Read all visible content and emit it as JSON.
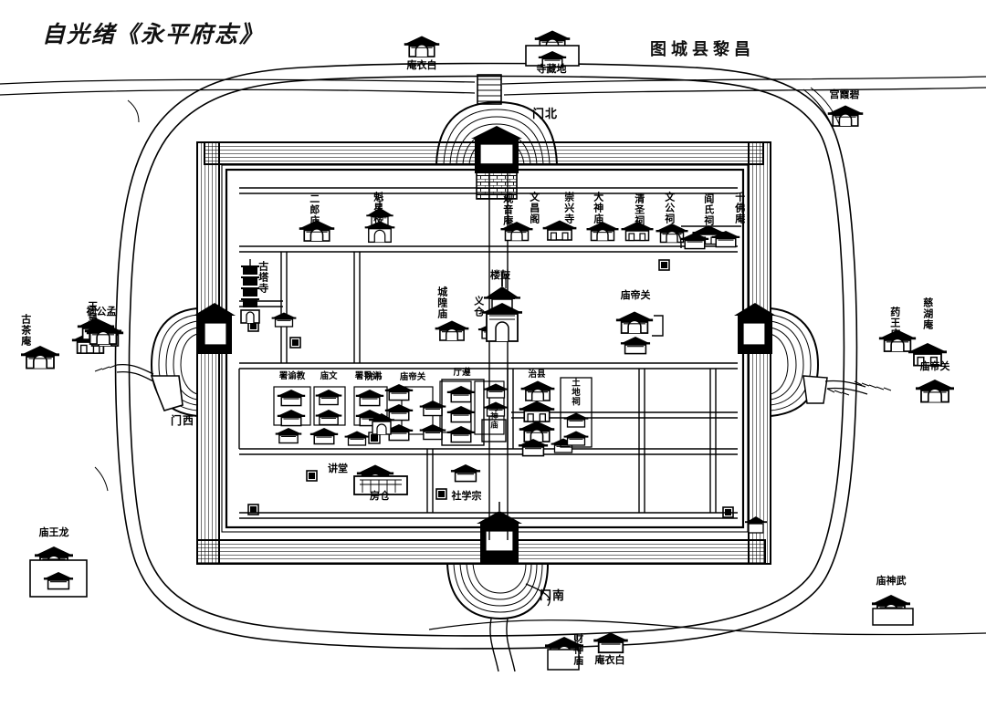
{
  "document": {
    "source_title": "自光绪《永平府志》",
    "map_title": "图城县黎昌",
    "map_title_reading": "昌黎县城图"
  },
  "gates": [
    {
      "id": "north",
      "label": "门北",
      "reading": "北门"
    },
    {
      "id": "south",
      "label": "门南",
      "reading": "南门"
    },
    {
      "id": "west",
      "label": "门西",
      "reading": "西门"
    }
  ],
  "outside_places": [
    {
      "id": "baiyi-an-north",
      "label": "庵衣白",
      "reading": "白衣庵"
    },
    {
      "id": "dizang-si",
      "label": "寺藏地",
      "reading": "地藏寺"
    },
    {
      "id": "bixia-gong",
      "label": "宫霞碧",
      "reading": "碧霞宫"
    },
    {
      "id": "gucha-an",
      "label": "古茶庵",
      "reading": "古茶庵"
    },
    {
      "id": "yuhuang-miao",
      "label": "玉皇庙",
      "reading": "玉皇庙"
    },
    {
      "id": "menggong-ci",
      "label": "祠公孟",
      "reading": "孟公祠"
    },
    {
      "id": "yaowang-miao",
      "label": "药王庙",
      "reading": "药王庙"
    },
    {
      "id": "cihu-an",
      "label": "慈湖庵",
      "reading": "慈湖庵"
    },
    {
      "id": "guandi-miao-east",
      "label": "庙帝关",
      "reading": "关帝庙"
    },
    {
      "id": "longwang-miao",
      "label": "庙王龙",
      "reading": "龙王庙"
    },
    {
      "id": "wuxian-miao",
      "label": "庙神武",
      "reading": "武神庙"
    },
    {
      "id": "caishen-miao",
      "label": "财神庙",
      "reading": "财神庙"
    },
    {
      "id": "baiyi-an-south",
      "label": "庵衣白",
      "reading": "白衣庵"
    }
  ],
  "inside_north_row": [
    {
      "id": "erlang-miao",
      "label": "二郎庙"
    },
    {
      "id": "kuixing-lou",
      "label": "魁星楼"
    },
    {
      "id": "guanyin-an",
      "label": "观音庵"
    },
    {
      "id": "wenchang-ge",
      "label": "文昌阁"
    },
    {
      "id": "chongxing-si",
      "label": "崇兴寺"
    },
    {
      "id": "dashen-miao",
      "label": "大神庙"
    },
    {
      "id": "qingsheng-ci",
      "label": "清圣祠"
    },
    {
      "id": "wengong-ci",
      "label": "文公祠"
    },
    {
      "id": "yanshi-ci",
      "label": "阎氏祠"
    },
    {
      "id": "qianfo-an",
      "label": "千佛庵"
    }
  ],
  "inside_mid_row": [
    {
      "id": "guta-si",
      "label": "古塔寺"
    },
    {
      "id": "chenghuang-miao",
      "label": "城隍庙"
    },
    {
      "id": "yicang",
      "label": "义仓"
    },
    {
      "id": "gulou",
      "label": "楼鼓",
      "reading": "鼓楼"
    },
    {
      "id": "guandi-miao-in",
      "label": "庙帝关",
      "reading": "关帝庙"
    }
  ],
  "inside_admin_row": [
    {
      "id": "xianshu",
      "label": "署谕教"
    },
    {
      "id": "wenmiao",
      "label": "庙文"
    },
    {
      "id": "xundao-shu",
      "label": "署导训"
    },
    {
      "id": "shuyuan",
      "label": "院书"
    },
    {
      "id": "guandi-ci",
      "label": "庙帝关"
    },
    {
      "id": "zunting",
      "label": "厅遵"
    },
    {
      "id": "mashen-miao",
      "label": "马神庙"
    },
    {
      "id": "xianzhi",
      "label": "治县"
    },
    {
      "id": "tudi-ci",
      "label": "土地祠"
    }
  ],
  "inside_south_row": [
    {
      "id": "jiangtang",
      "label": "讲堂"
    },
    {
      "id": "cangfang",
      "label": "房仓",
      "reading": "仓房"
    },
    {
      "id": "shexue",
      "label": "社学宗"
    }
  ],
  "colors": {
    "ink": "#000000",
    "paper": "#ffffff"
  }
}
